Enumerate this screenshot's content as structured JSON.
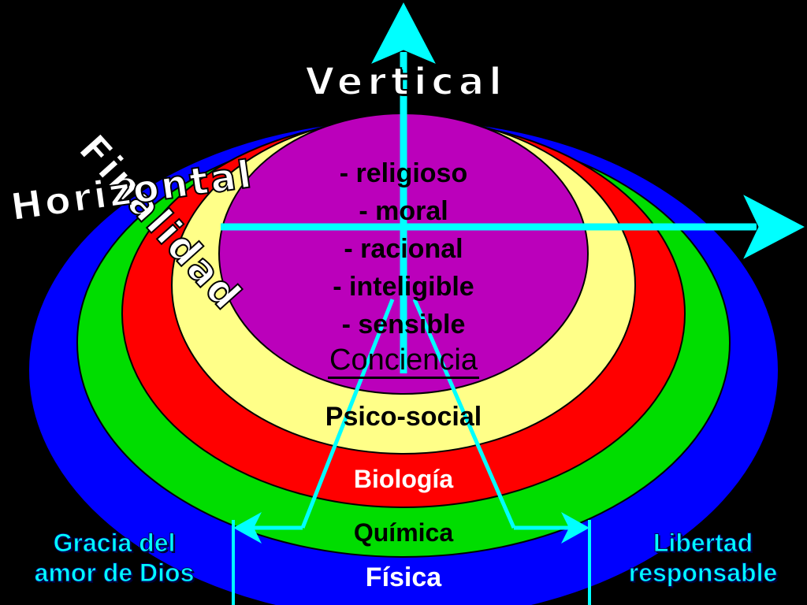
{
  "diagram": {
    "labels": {
      "vertical": "Vertical",
      "horizontal": "Horizontal",
      "finalidad": "Finalidad"
    },
    "conciencia_items": [
      "- religioso",
      "- moral",
      "- racional",
      "- inteligible",
      "- sensible"
    ],
    "conciencia_title": "Conciencia",
    "layers": {
      "psico_social": "Psico-social",
      "biologia": "Biología",
      "quimica": "Química",
      "fisica": "Física"
    },
    "left_caption": {
      "line1": "Gracia del",
      "line2": "amor de Dios"
    },
    "right_caption": {
      "line1": "Libertad",
      "line2": "responsable"
    },
    "colors": {
      "background": "#000000",
      "fisica": "#0000ff",
      "quimica": "#00dd00",
      "biologia": "#ff0000",
      "psico_social": "#ffff88",
      "conciencia": "#bb00bb",
      "arrows": "#00ffff"
    }
  }
}
